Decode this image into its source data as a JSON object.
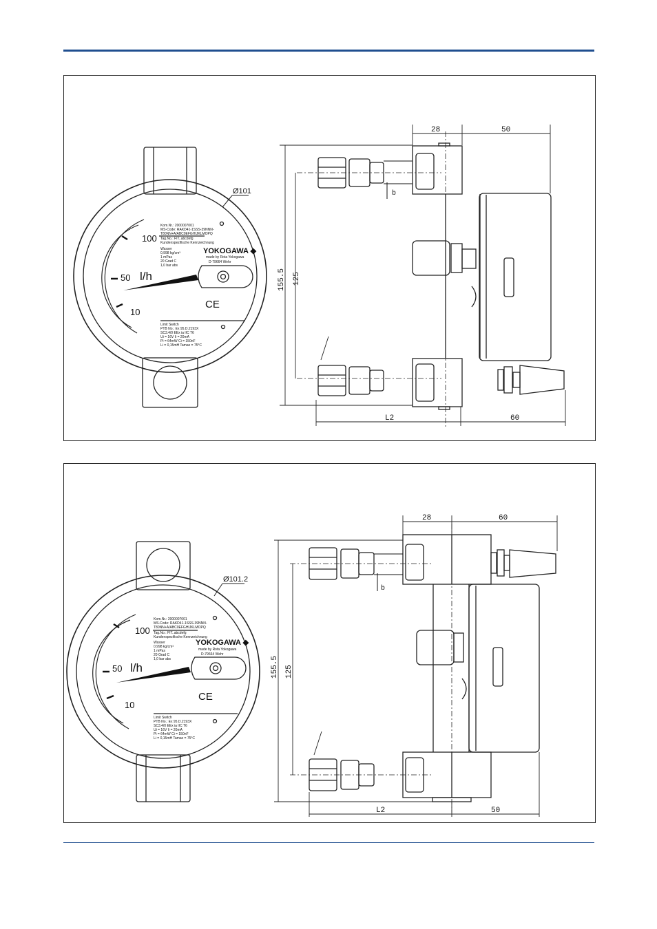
{
  "drawings": [
    {
      "diameter_label": "Ø101",
      "dims": {
        "top_left": "28",
        "top_right": "50",
        "overall_height": "155.5",
        "port_spacing": "125",
        "port_label": "b",
        "bottom_left": "L2",
        "bottom_right": "60"
      },
      "dial": {
        "ticks": [
          "100",
          "50",
          "10"
        ],
        "unit": "l/h",
        "brand": "YOKOGAWA ◆",
        "made_by": [
          "made by Rota Yokogawa",
          "D-79664 Wehr"
        ],
        "ce": "CE",
        "plate_top": [
          "Kom.Nr.: 2000007001",
          "MS-Code: RAKD41-1SSS-39NNN-",
          "T80NN+A/ABC0EFGHIJKLMOPQ",
          "Tag.No.: FIT..abcdefg",
          "Kundenspezifische Kennzeichnung"
        ],
        "plate_fluid": [
          "Wasser",
          "0,998 kg/cm³",
          "1 mPas",
          "20 Grad C",
          "1,0 bar abs"
        ],
        "plate_switch": [
          "Limit Switch",
          "PTB No.: Ex 95.D.2193X",
          "SC3.4/0 EEx ia IIC T6",
          "Ui = 16V  Ii = 20mA",
          "Pi = 64mW  Ci = 150nF",
          "Li = 0,15mH  Tamax = 75°C"
        ]
      }
    },
    {
      "diameter_label": "Ø101.2",
      "dims": {
        "top_left": "28",
        "top_right": "60",
        "overall_height": "155.5",
        "port_spacing": "125",
        "port_label": "b",
        "bottom_left": "L2",
        "bottom_right": "50"
      },
      "dial": {
        "ticks": [
          "100",
          "50",
          "10"
        ],
        "unit": "l/h",
        "brand": "YOKOGAWA ◆",
        "made_by": [
          "made by Rota Yokogawa",
          "D-79664 Wehr"
        ],
        "ce": "CE",
        "plate_top": [
          "Kom.Nr.: 2000007001",
          "MS-Code: RAKD41-1SSS-39NNN-",
          "T80NN+A/ABC0EFGHIJKLMOPQ",
          "Tag.No.: FIT..abcdefg",
          "Kundenspezifische Kennzeichnung"
        ],
        "plate_fluid": [
          "Wasser",
          "0,998 kg/cm³",
          "1 mPas",
          "20 Grad C",
          "1,0 bar abs"
        ],
        "plate_switch": [
          "Limit Switch",
          "PTB No.: Ex 95.D.2193X",
          "SC3.4/0 EEx ia IIC T6",
          "Ui = 16V  Ii = 20mA",
          "Pi = 64mW  Ci = 150nF",
          "Li = 0,15mH  Tamax = 75°C"
        ]
      }
    }
  ],
  "colors": {
    "rule": "#1f4e8f",
    "line": "#222222"
  }
}
